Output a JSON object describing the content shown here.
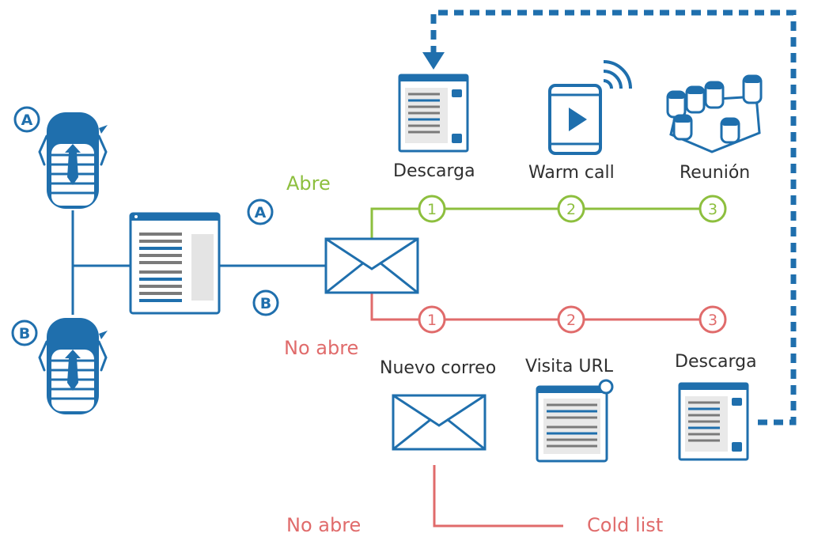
{
  "persons": [
    {
      "badge": "A"
    },
    {
      "badge": "B"
    }
  ],
  "branches": [
    {
      "badge": "A"
    },
    {
      "badge": "B"
    }
  ],
  "opened": {
    "label": "Abre",
    "steps": [
      {
        "num": "1",
        "label": "Descarga"
      },
      {
        "num": "2",
        "label": "Warm call"
      },
      {
        "num": "3",
        "label": "Reunión"
      }
    ]
  },
  "not_opened": {
    "label": "No abre",
    "steps": [
      {
        "num": "1",
        "label": "Nuevo correo"
      },
      {
        "num": "2",
        "label": "Visita URL"
      },
      {
        "num": "3",
        "label": "Descarga"
      }
    ]
  },
  "final": {
    "no_open_label": "No abre",
    "cold_list_label": "Cold list"
  },
  "colors": {
    "blue": "#1f6fad",
    "green": "#8dbf3e",
    "red": "#e06b6b",
    "dashed": "#1f6fad"
  }
}
